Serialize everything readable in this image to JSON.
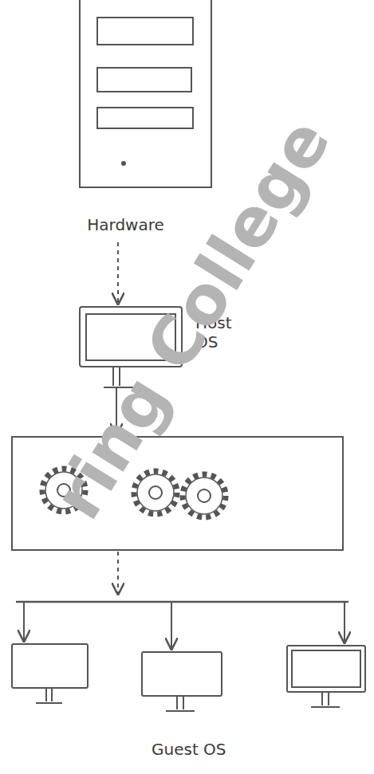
{
  "diagram": {
    "nodes": [
      {
        "text": [
          "Hardware"
        ]
      },
      {
        "text": [
          "Host OS"
        ]
      }
    ],
    "edges": [
      {
        "from": 0,
        "to": 1,
        "arrow": "to"
      }
    ],
    "labels": [
      "Guest OS",
      "ring College"
    ]
  }
}
